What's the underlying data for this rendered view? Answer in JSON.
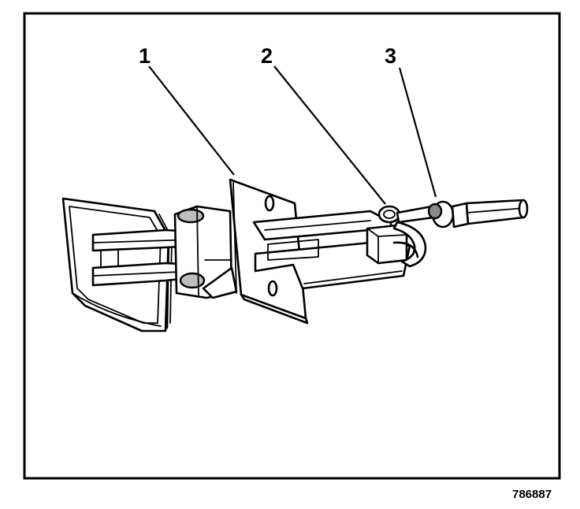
{
  "callouts": [
    {
      "id": "1",
      "label": "1"
    },
    {
      "id": "2",
      "label": "2"
    },
    {
      "id": "3",
      "label": "3"
    }
  ],
  "figure_number": "786887",
  "colors": {
    "ink": "#000000",
    "shade": "#bdbdbd",
    "dark_shade": "#8a8a8a",
    "paper": "#ffffff"
  }
}
